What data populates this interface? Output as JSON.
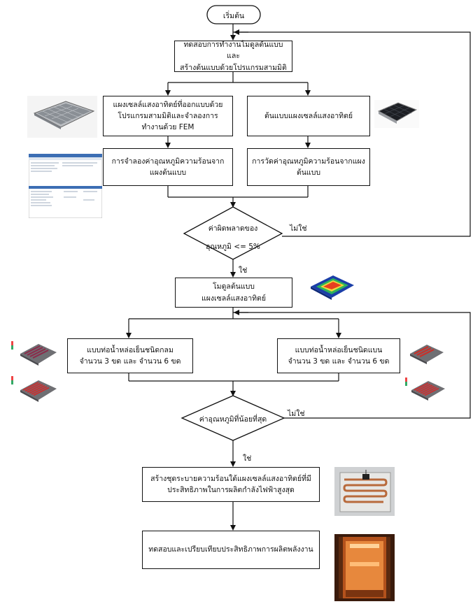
{
  "flow": {
    "start": "เริ่มต้น",
    "test_module": [
      "ทดสอบการทำงานโมดูลต้นแบบและ",
      "สร้างต้นแบบด้วยโปรแกรมสามมิติ"
    ],
    "designed_panel": [
      "แผงเซลล์แสงอาทิตย์ที่ออกแบบด้วย",
      "โปรแกรมสามมิติและจำลองการ",
      "ทำงานด้วย FEM"
    ],
    "prototype_panel": "ต้นแบบแผงเซลล์แสงอาทิตย์",
    "sim_temp": [
      "การจำลองค่าอุณหภูมิความร้อนจาก",
      "แผงต้นแบบ"
    ],
    "measure_temp": [
      "การวัดค่าอุณหภูมิความร้อนจากแผง",
      "ต้นแบบ"
    ],
    "decision1": [
      "ค่าผิดพลาดของ",
      "อุณหภูมิ <= 5%"
    ],
    "no1": "ไม่ใช่",
    "yes1": "ใช่",
    "module_proto": [
      "โมดูลต้นแบบ",
      "แผงเซลล์แสงอาทิตย์"
    ],
    "round_pipe": [
      "แบบท่อน้ำหล่อเย็นชนิดกลม",
      "จำนวน 3 ขด และ จำนวน 6 ขด"
    ],
    "flat_pipe": [
      "แบบท่อน้ำหล่อเย็นชนิดแบน",
      "จำนวน 3 ขด และ จำนวน 6 ขด"
    ],
    "decision2": "ค่าอุณหภูมิที่น้อยที่สุด",
    "no2": "ไม่ใช่",
    "yes2": "ใช่",
    "build_set": [
      "สร้างชุดระบายความร้อนใต้แผงเซลล์แสงอาทิตย์ที่มี",
      "ประสิทธิภาพในการผลิตกำลังไฟฟ้าสูงสุด"
    ],
    "test_compare": "ทดสอบและเปรียบเทียบประสิทธิภาพการผลิตพลังงาน"
  },
  "images": {
    "panel_cad": "solar-panel-cad-render",
    "panel_photo": "solar-panel-photo",
    "sim_screenshot": "fem-software-screenshot",
    "heatmap": "temperature-heatmap-render",
    "round_pipe_3": "round-pipe-3-coil-render",
    "round_pipe_6": "round-pipe-6-coil-render",
    "flat_pipe_3": "flat-pipe-3-coil-render",
    "flat_pipe_6": "flat-pipe-6-coil-render",
    "cooling_photo": "cooling-coil-photo",
    "test_chamber": "test-chamber-photo"
  }
}
